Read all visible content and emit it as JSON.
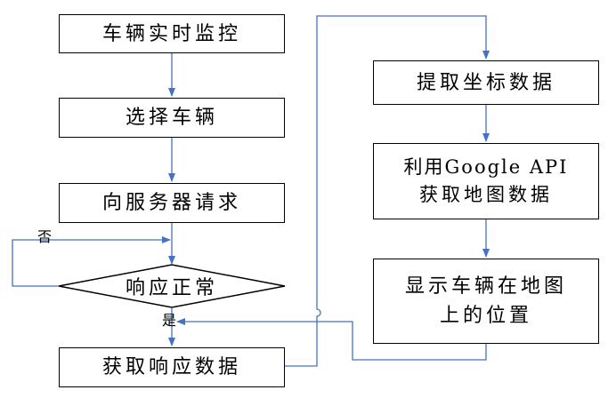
{
  "flowchart": {
    "left_column": {
      "realtime_monitoring": "车辆实时监控",
      "select_vehicle": "选择车辆",
      "request_server": "向服务器请求",
      "decision_response_ok": "响应正常",
      "get_response_data": "获取响应数据"
    },
    "right_column": {
      "extract_coordinates": "提取坐标数据",
      "google_api_line1": "利用Google API",
      "google_api_line2": "获取地图数据",
      "show_vehicle_line1": "显示车辆在地图",
      "show_vehicle_line2": "上的位置"
    },
    "branch_labels": {
      "no": "否",
      "yes": "是"
    }
  },
  "colors": {
    "box_border": "#000000",
    "connector": "#4472c4",
    "text": "#000000",
    "background": "#ffffff"
  }
}
